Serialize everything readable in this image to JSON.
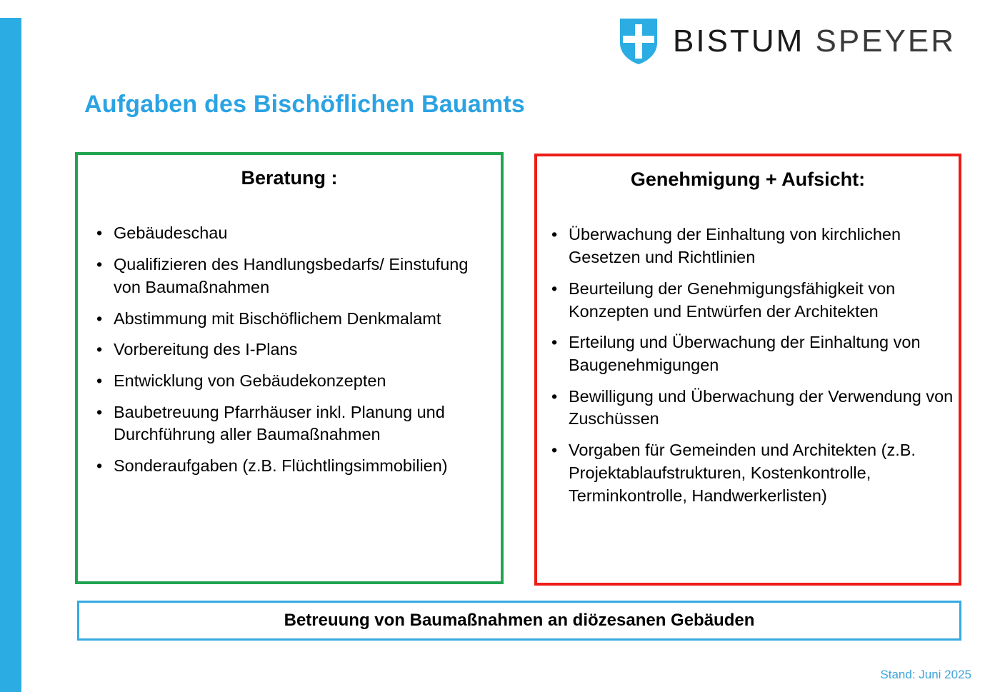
{
  "brand": {
    "shield_icon": "shield-cross-icon",
    "name_bold": "BISTUM",
    "name_thin": "SPEYER",
    "shield_color": "#2BACE3",
    "cross_color": "#FFFFFF"
  },
  "accent": {
    "stripe_color": "#2BACE3",
    "title_color": "#2BA3E3",
    "banner_border_color": "#36A9E1",
    "footer_color": "#3EA3D8"
  },
  "title": "Aufgaben des Bischöflichen Bauamts",
  "panels": [
    {
      "id": "beratung",
      "heading": "Beratung :",
      "border_color": "#21A450",
      "items": [
        "Gebäudeschau",
        "Qualifizieren des Handlungsbedarfs/ Einstufung von Baumaßnahmen",
        "Abstimmung mit Bischöflichem Denkmalamt",
        "Vorbereitung des I-Plans",
        "Entwicklung von Gebäudekonzepten",
        "Baubetreuung Pfarrhäuser inkl. Planung und Durchführung aller Baumaßnahmen",
        "Sonderaufgaben (z.B. Flüchtlingsimmobilien)"
      ]
    },
    {
      "id": "genehmigung",
      "heading": "Genehmigung + Aufsicht:",
      "border_color": "#ED1C16",
      "items": [
        "Überwachung der Einhaltung von kirchlichen Gesetzen und Richtlinien",
        "Beurteilung der Genehmigungsfähigkeit von Konzepten und Entwürfen der Architekten",
        "Erteilung  und Überwachung der Einhaltung von Baugenehmigungen",
        "Bewilligung und Überwachung der Verwendung von Zuschüssen",
        "Vorgaben für Gemeinden und Architekten (z.B. Projektablaufstrukturen, Kostenkontrolle, Terminkontrolle, Handwerkerlisten)"
      ]
    }
  ],
  "bottom_banner": "Betreuung von Baumaßnahmen an diözesanen Gebäuden",
  "footer_status": "Stand: Juni 2025",
  "bullet_glyph": "•"
}
